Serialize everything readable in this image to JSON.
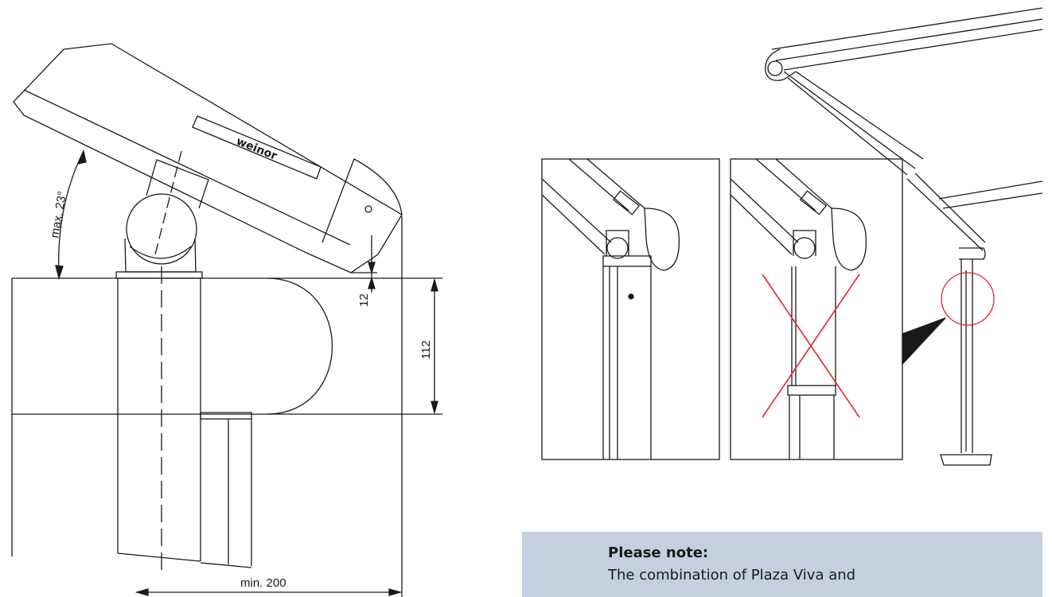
{
  "left_drawing": {
    "brand_label": "weinor",
    "angle_label": "max. 23°",
    "dim_small": "12",
    "dim_height": "112",
    "dim_min_width": "min. 200"
  },
  "note": {
    "title": "Please note:",
    "text": "The combination of Plaza Viva and"
  },
  "colors": {
    "line": "#1a1a1a",
    "cross": "#e0262e",
    "note_background": "#c5cfdf"
  }
}
